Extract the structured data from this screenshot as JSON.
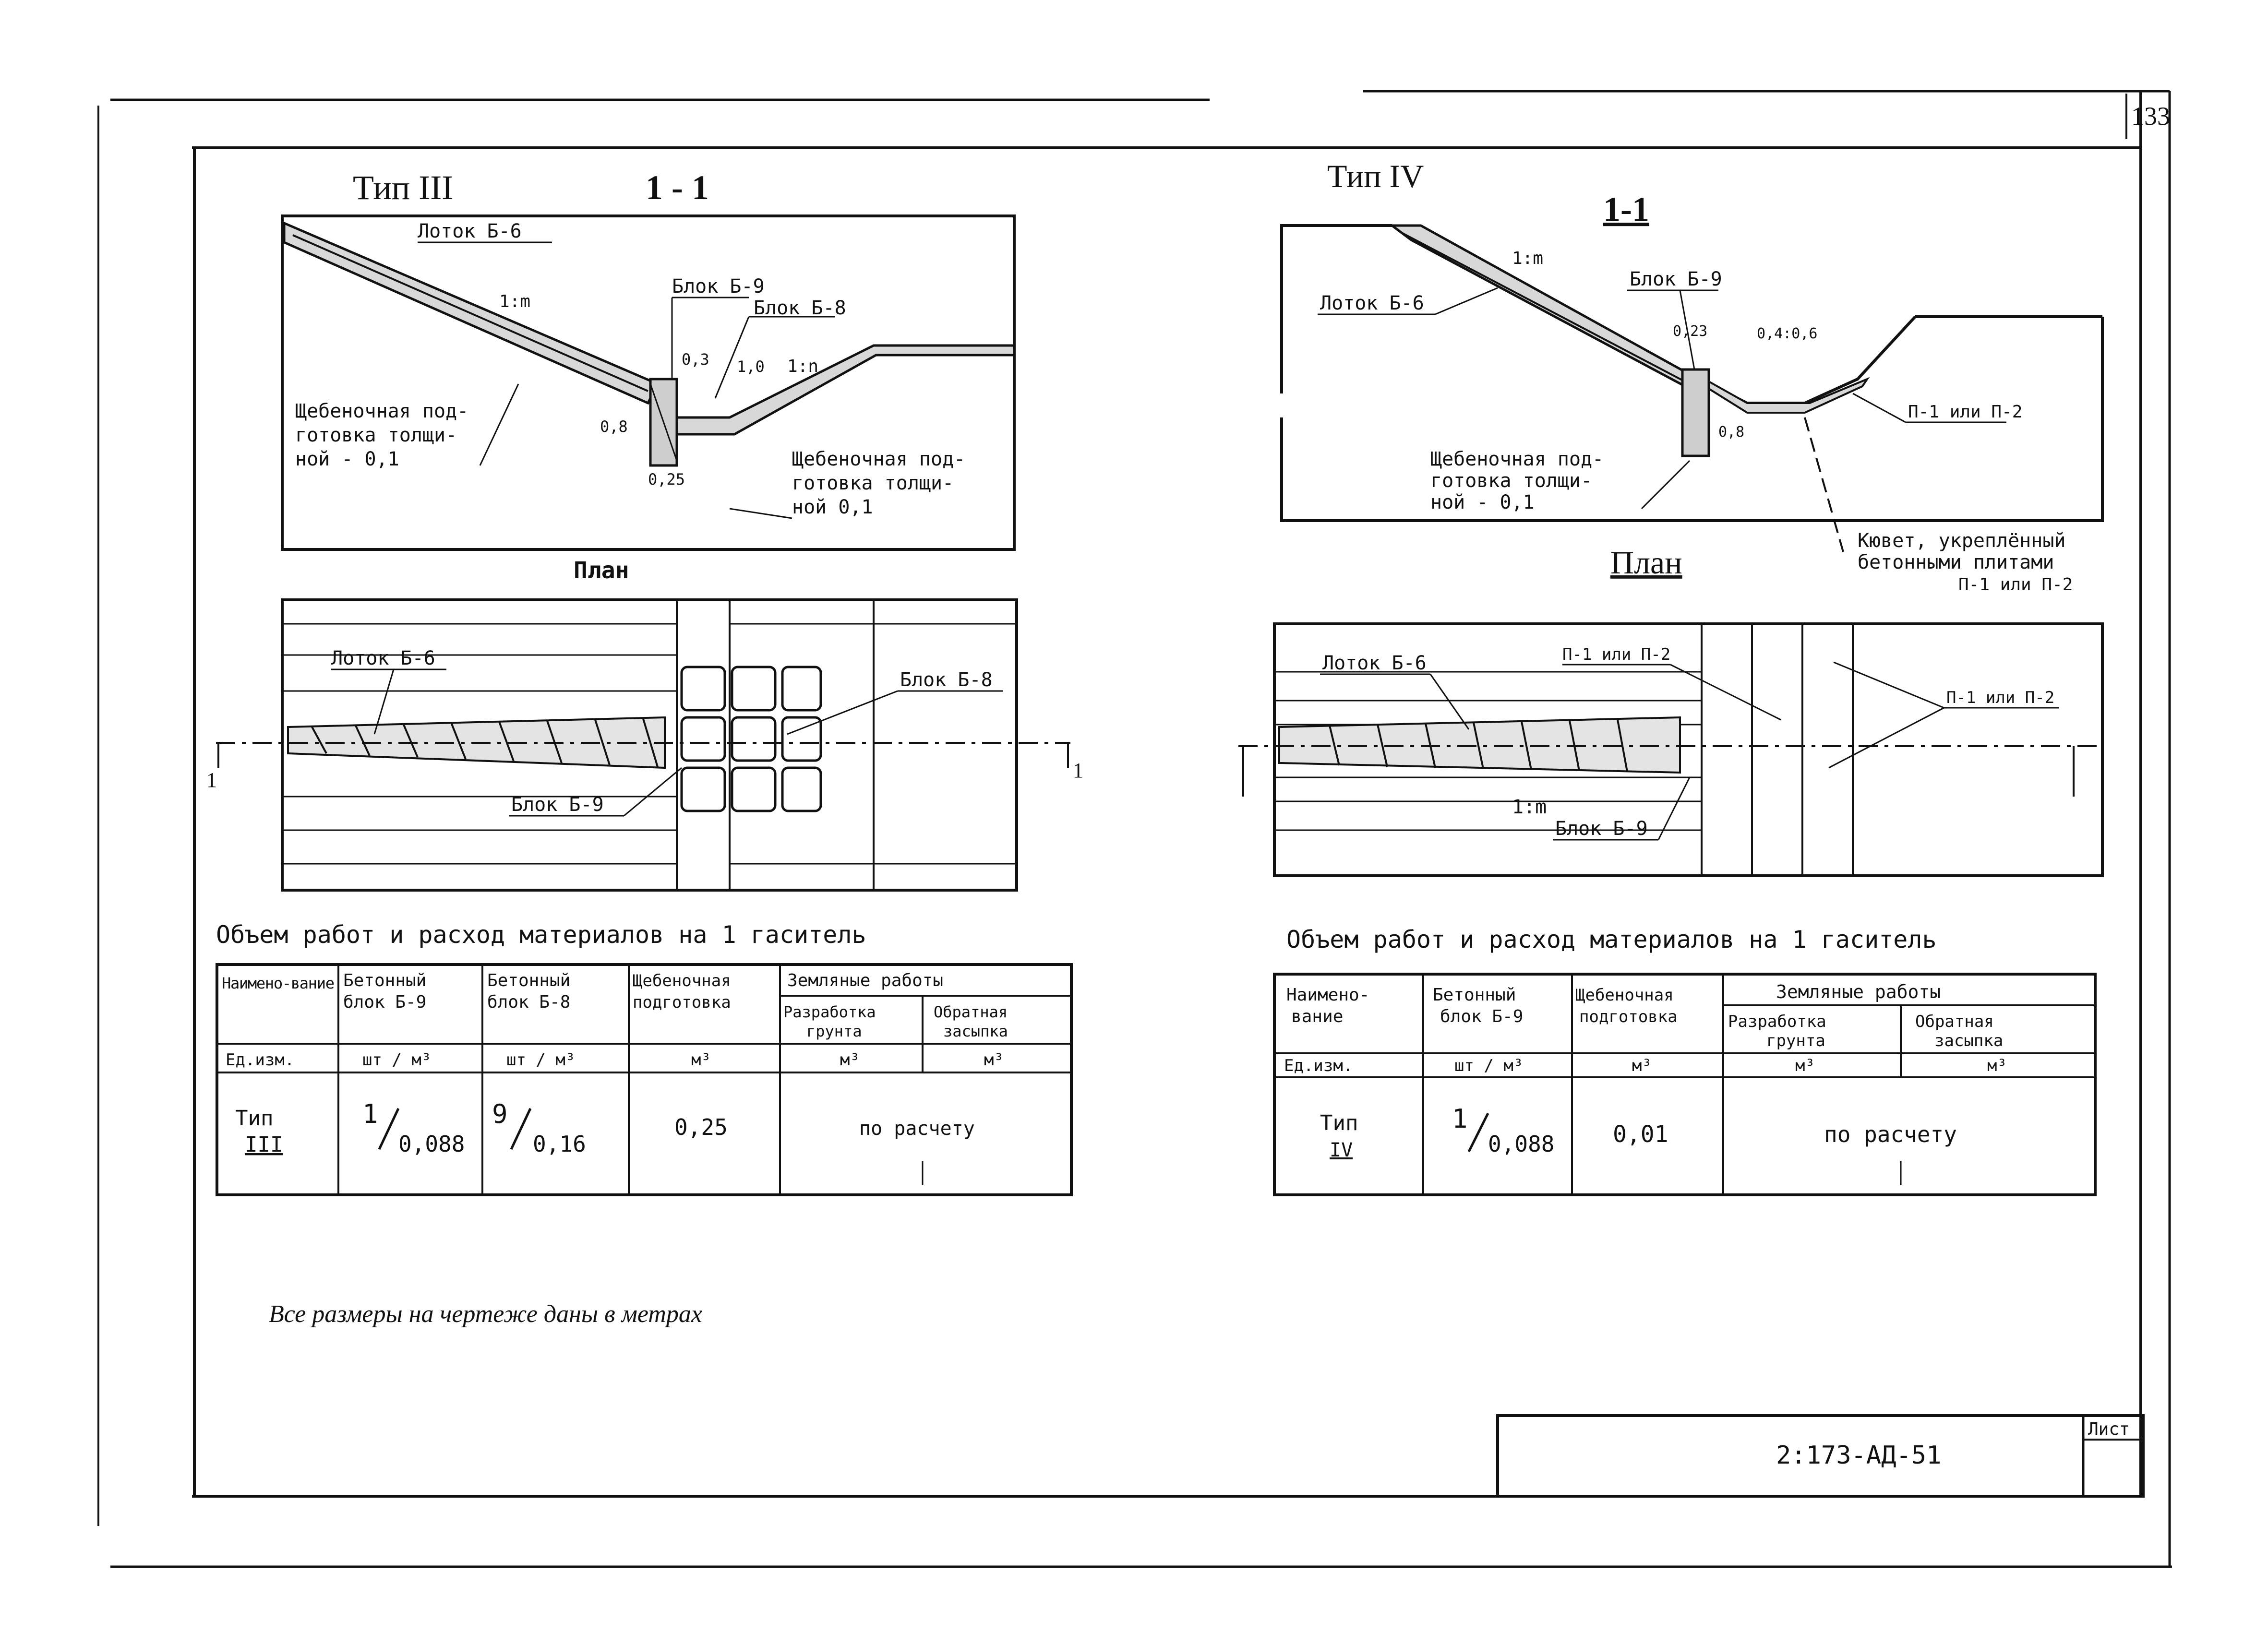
{
  "sheet": {
    "page_number": "133",
    "code": "2:173-АД-51",
    "sheet_label": "Лист",
    "note": "Все размеры на чертеже даны в метрах"
  },
  "left": {
    "type_title": "Тип III",
    "section_title": "1 - 1",
    "plan_title": "План",
    "labels": {
      "lotok": "Лоток Б-6",
      "blok9": "Блок Б-9",
      "blok8": "Блок Б-8",
      "slope1": "1:m",
      "slope2": "1:n",
      "dim_03": "0,3",
      "dim_10": "1,0",
      "dim_08": "0,8",
      "dim_025": "0,25",
      "gravel1_l1": "Щебеночная под-",
      "gravel1_l2": "готовка толщи-",
      "gravel1_l3": "ной - 0,1",
      "gravel2_l1": "Щебеночная под-",
      "gravel2_l2": "готовка толщи-",
      "gravel2_l3": "ной 0,1",
      "plan_lotok": "Лоток Б-6",
      "plan_blok8": "Блок Б-8",
      "plan_blok9": "Блок Б-9",
      "mark_left": "1",
      "mark_right": "1"
    },
    "table_title": "Объем работ и расход материалов на 1 гаситель",
    "table": {
      "h_name": "Наимено-вание",
      "h_b9_l1": "Бетонный",
      "h_b9_l2": "блок Б-9",
      "h_b8_l1": "Бетонный",
      "h_b8_l2": "блок Б-8",
      "h_gr_l1": "Щебеночная",
      "h_gr_l2": "подготовка",
      "h_earth": "Земляные работы",
      "h_dig_l1": "Разработка",
      "h_dig_l2": "грунта",
      "h_fill_l1": "Обратная",
      "h_fill_l2": "засыпка",
      "u_name": "Ед.изм.",
      "u_b9": "шт / м³",
      "u_b8": "шт / м³",
      "u_gr": "м³",
      "u_dig": "м³",
      "u_fill": "м³",
      "r_name_l1": "Тип",
      "r_name_l2": "III",
      "r_b9_num": "1",
      "r_b9_den": "0,088",
      "r_b8_num": "9",
      "r_b8_den": "0,16",
      "r_gr": "0,25",
      "r_earth": "по расчету"
    }
  },
  "right": {
    "type_title": "Тип IV",
    "section_title": "1-1",
    "plan_title": "План",
    "labels": {
      "slope": "1:m",
      "blok9": "Блок Б-9",
      "lotok": "Лоток Б-6",
      "dim_023": "0,23",
      "dim_0406": "0,4:0,6",
      "dim_08": "0,8",
      "plates": "П-1 или П-2",
      "gravel_l1": "Щебеночная под-",
      "gravel_l2": "готовка толщи-",
      "gravel_l3": "ной - 0,1",
      "ditch_l1": "Кювет, укреплённый",
      "ditch_l2": "бетонными плитами",
      "ditch_l3": "П-1 или П-2",
      "plan_lotok": "Лоток Б-6",
      "plan_plates1": "П-1 или П-2",
      "plan_plates2": "П-1 или П-2",
      "plan_slope": "1:m",
      "plan_blok9": "Блок Б-9"
    },
    "table_title": "Объем работ и расход материалов на 1 гаситель",
    "table": {
      "h_name_l1": "Наимено-",
      "h_name_l2": "вание",
      "h_b9_l1": "Бетонный",
      "h_b9_l2": "блок Б-9",
      "h_gr_l1": "Щебеночная",
      "h_gr_l2": "подготовка",
      "h_earth": "Земляные работы",
      "h_dig_l1": "Разработка",
      "h_dig_l2": "грунта",
      "h_fill_l1": "Обратная",
      "h_fill_l2": "засыпка",
      "u_name": "Ед.изм.",
      "u_b9": "шт / м³",
      "u_gr": "м³",
      "u_dig": "м³",
      "u_fill": "м³",
      "r_name_l1": "Тип",
      "r_name_l2": "IV",
      "r_b9_num": "1",
      "r_b9_den": "0,088",
      "r_gr": "0,01",
      "r_earth": "по расчету"
    }
  }
}
